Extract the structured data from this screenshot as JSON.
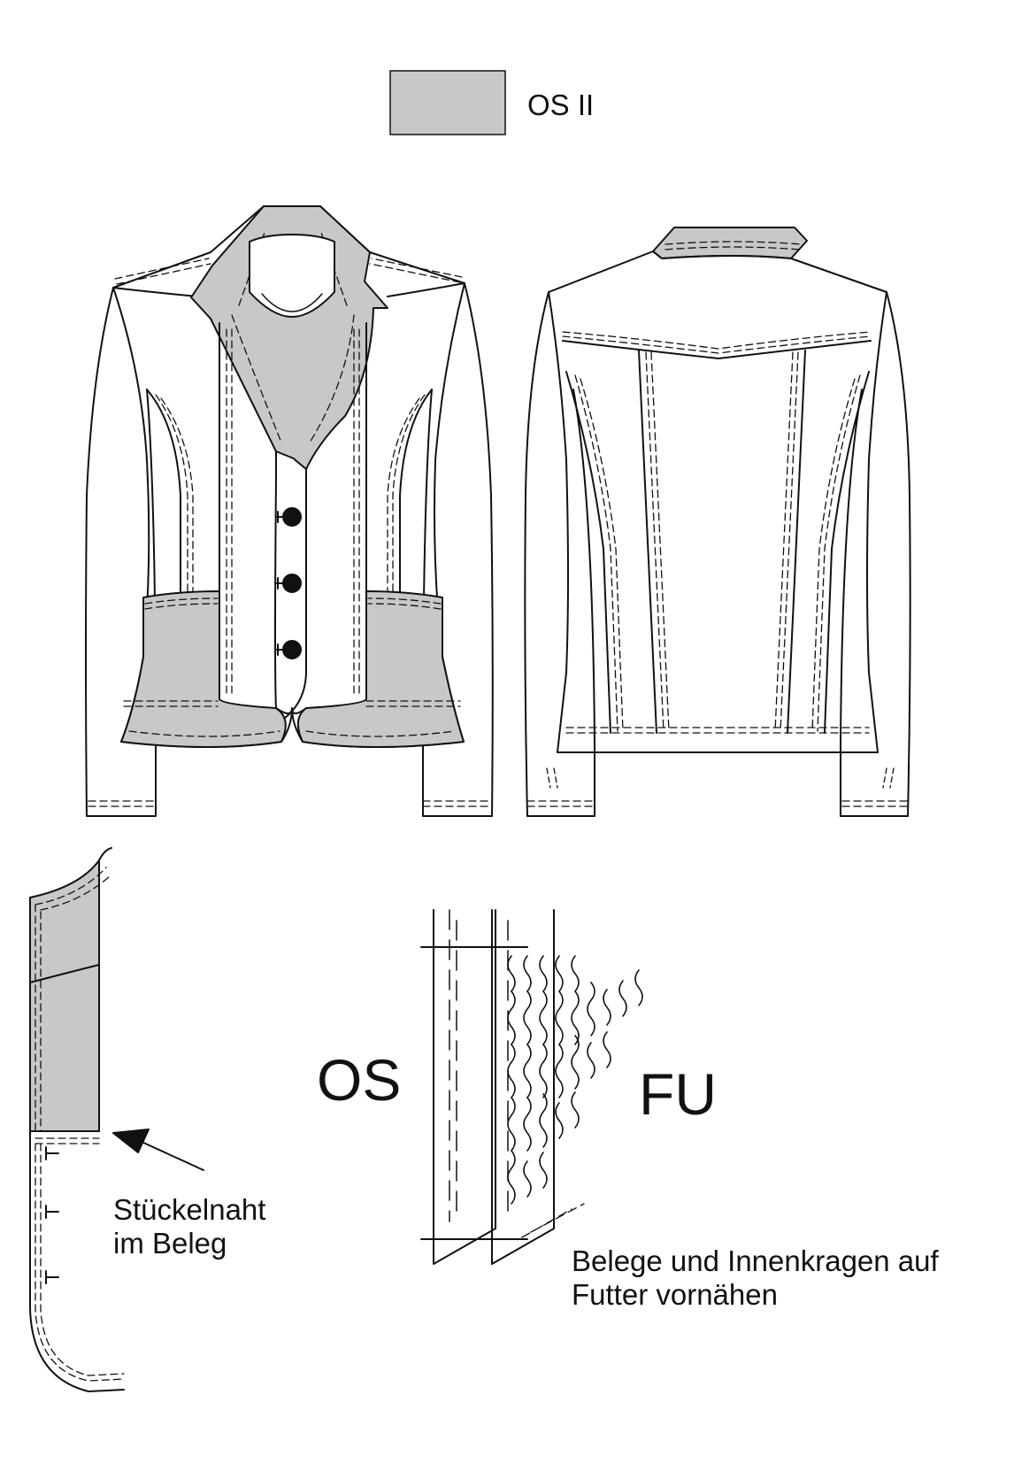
{
  "legend": {
    "label": "OS II",
    "swatch_color": "#c8c8c8"
  },
  "labels": {
    "outer_fabric": "OS",
    "lining": "FU"
  },
  "notes": {
    "seam_line1": "Stückelnaht",
    "seam_line2": "im Beleg",
    "facing_line1": "Belege und Innenkragen auf",
    "facing_line2": "Futter vornähen"
  },
  "colors": {
    "line": "#111111",
    "fill": "#c8c8c8",
    "background": "#ffffff"
  }
}
